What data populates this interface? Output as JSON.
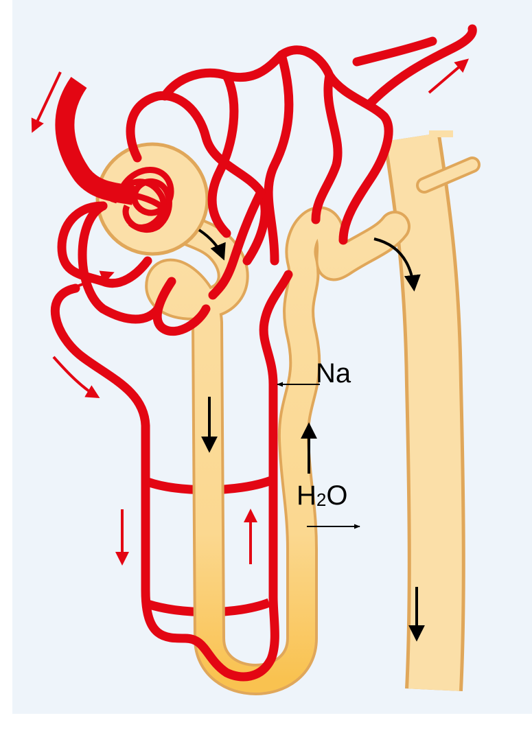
{
  "labels": {
    "sodium": "Na",
    "water_h": "H",
    "water_sub": "2",
    "water_o": "O"
  },
  "colors": {
    "background": "#eef4fa",
    "blood_vessel": "#e30613",
    "tubule_fill": "#fbdfa8",
    "tubule_fill_deep": "#f9c250",
    "tubule_outline": "#e0a75a",
    "arrow_black": "#000000",
    "arrow_red": "#e30613"
  },
  "icons": {
    "flow_arrow_black": "arrow",
    "flow_arrow_red": "arrow"
  }
}
